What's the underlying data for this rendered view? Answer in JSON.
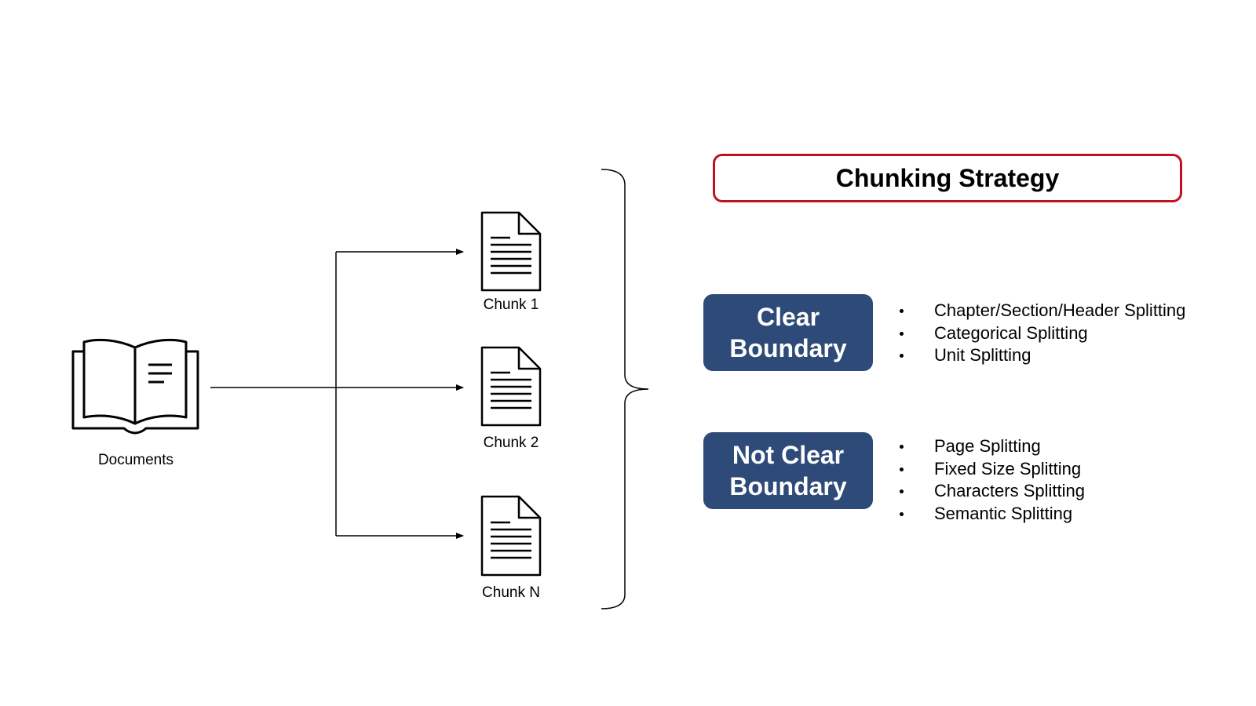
{
  "source": {
    "label": "Documents",
    "icon": "open-book-icon"
  },
  "chunks": [
    {
      "label": "Chunk 1",
      "icon": "document-icon"
    },
    {
      "label": "Chunk 2",
      "icon": "document-icon"
    },
    {
      "label": "Chunk N",
      "icon": "document-icon"
    }
  ],
  "strategy": {
    "title": "Chunking Strategy",
    "title_border_color": "#c0121d",
    "box_color": "#2e4a78",
    "groups": [
      {
        "label": "Clear\nBoundary",
        "items": [
          "Chapter/Section/Header Splitting",
          "Categorical Splitting",
          "Unit Splitting"
        ]
      },
      {
        "label": "Not Clear\nBoundary",
        "items": [
          "Page Splitting",
          "Fixed Size Splitting",
          "Characters Splitting",
          "Semantic Splitting"
        ]
      }
    ]
  }
}
